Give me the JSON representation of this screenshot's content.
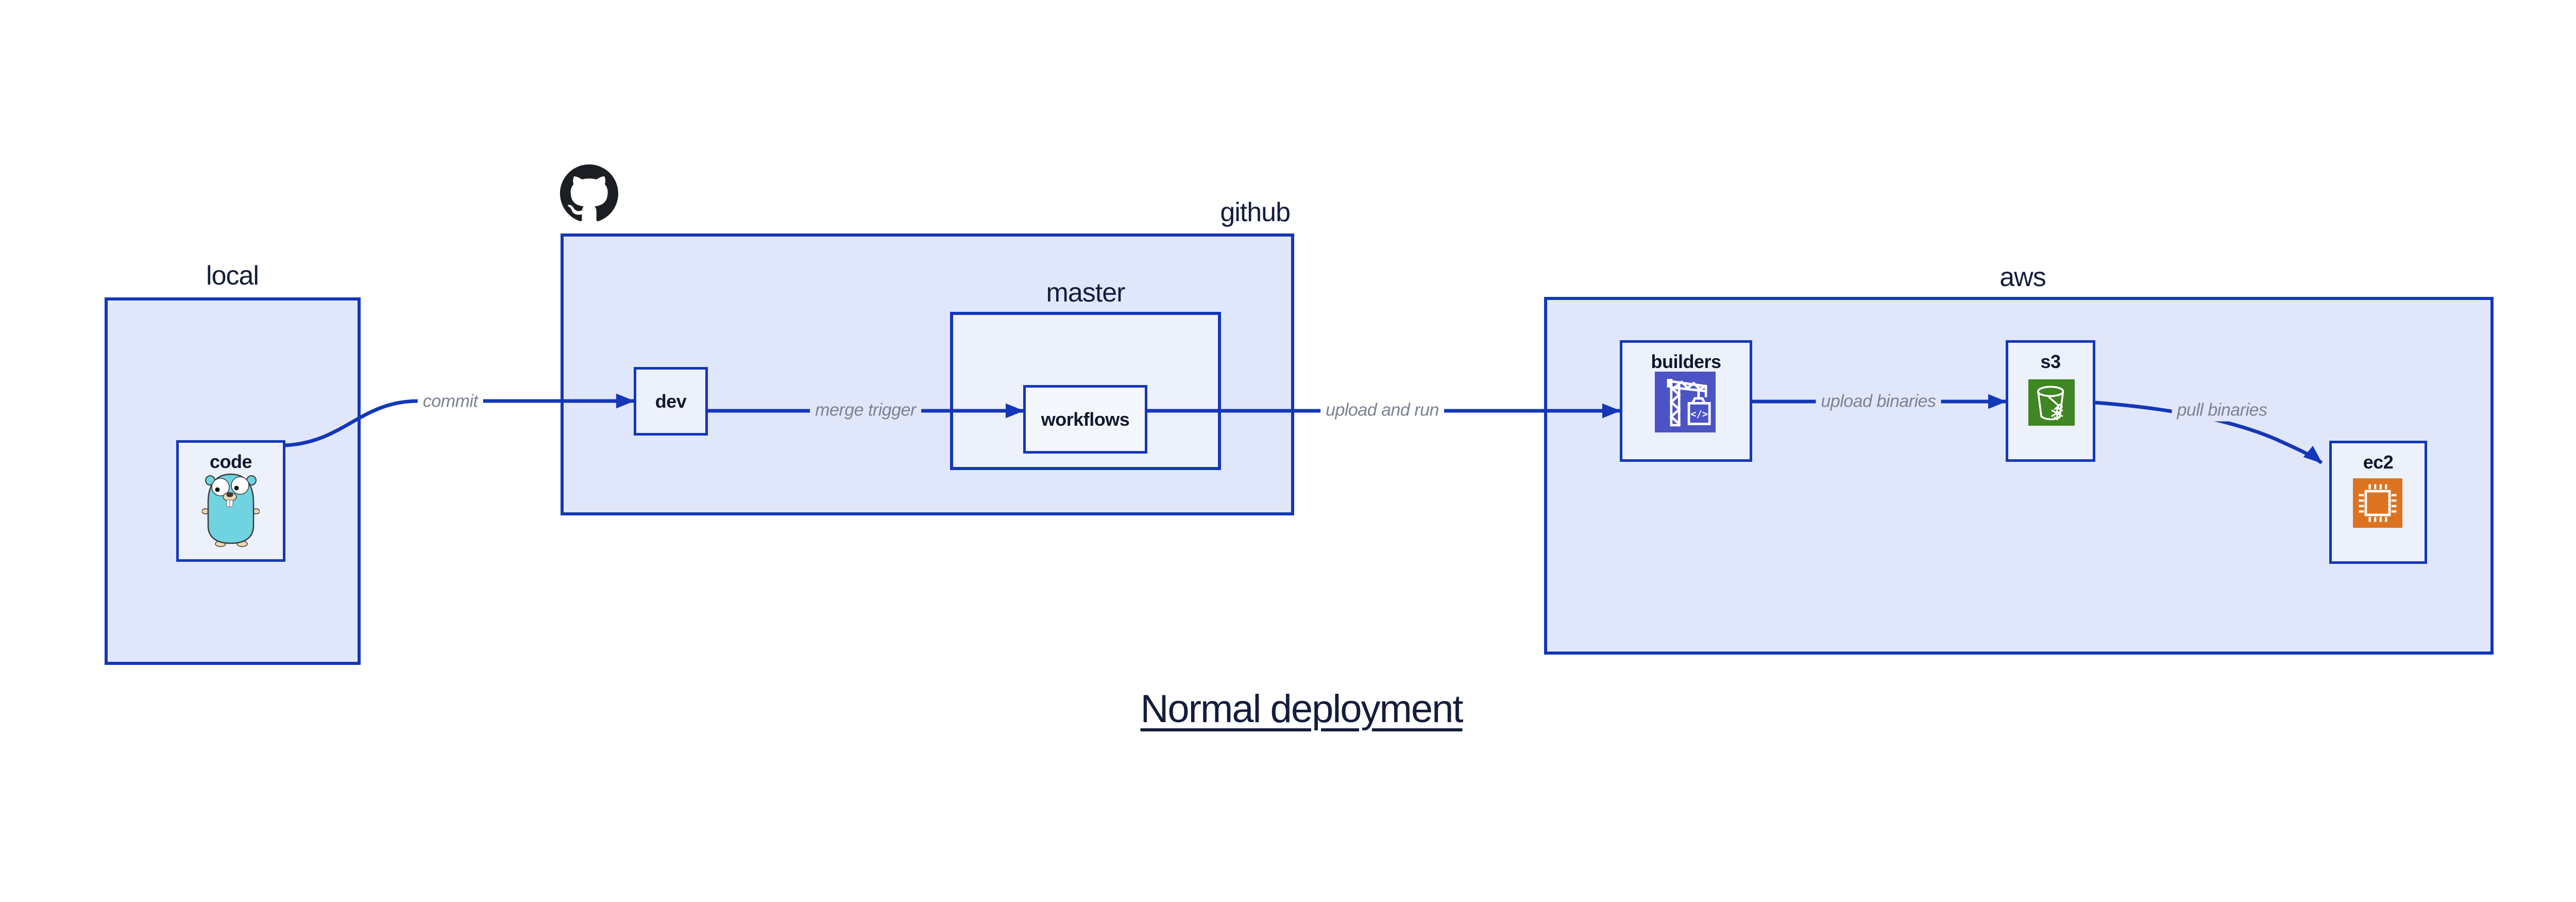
{
  "title": "Normal deployment",
  "containers": {
    "local": {
      "label": "local"
    },
    "github": {
      "label": "github"
    },
    "master": {
      "label": "master"
    },
    "aws": {
      "label": "aws"
    }
  },
  "nodes": {
    "code": {
      "label": "code",
      "icon": "go-gopher-icon"
    },
    "dev": {
      "label": "dev"
    },
    "workflows": {
      "label": "workflows"
    },
    "builders": {
      "label": "builders",
      "icon": "codebuild-crane-icon",
      "icon_glyph": "</>"
    },
    "s3": {
      "label": "s3",
      "icon": "s3-glacier-bucket-icon"
    },
    "ec2": {
      "label": "ec2",
      "icon": "ec2-chip-icon"
    }
  },
  "edges": {
    "commit": {
      "label": "commit"
    },
    "merge_trigger": {
      "label": "merge trigger"
    },
    "upload_and_run": {
      "label": "upload and run"
    },
    "upload_binaries": {
      "label": "upload binaries"
    },
    "pull_binaries": {
      "label": "pull binaries"
    }
  },
  "logos": {
    "github_mark": "octocat-icon"
  },
  "colors": {
    "canvas": "#ffffff",
    "container_fill": "#e1e7fa",
    "node_fill": "#edf1fc",
    "nested_node_fill": "#f5f7fe",
    "border_blue": "#1437b8",
    "arrow_blue": "#1437b8",
    "label_navy": "#141d3c",
    "edge_label_gray": "#7d8292",
    "builders_icon_bg": "#4b53c5",
    "s3_icon_bg": "#3f8624",
    "ec2_icon_bg": "#dc7321",
    "octocat_black": "#1b1f24",
    "gopher_teal": "#6fd3e0"
  }
}
